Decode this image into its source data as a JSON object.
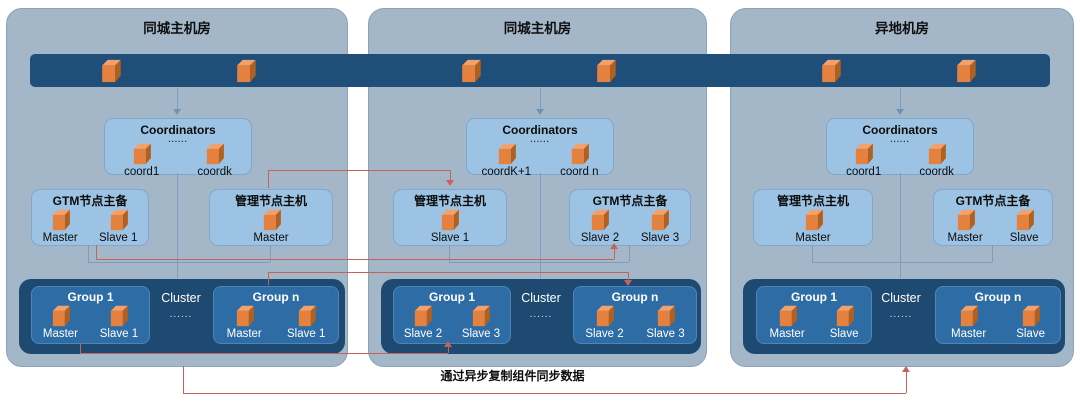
{
  "panels": [
    {
      "title": "同城主机房",
      "coordinators": {
        "title": "Coordinators",
        "dots": "......",
        "nodes": [
          "coord1",
          "coordk"
        ]
      },
      "left_box": {
        "title": "GTM节点主备",
        "nodes": [
          "Master",
          "Slave 1"
        ]
      },
      "right_box": {
        "title": "管理节点主机",
        "nodes": [
          "Master"
        ]
      },
      "cluster": {
        "label": "Cluster",
        "dots": "......",
        "groups": [
          {
            "title": "Group 1",
            "nodes": [
              "Master",
              "Slave 1"
            ]
          },
          {
            "title": "Group n",
            "nodes": [
              "Master",
              "Slave 1"
            ]
          }
        ]
      }
    },
    {
      "title": "同城主机房",
      "coordinators": {
        "title": "Coordinators",
        "dots": "......",
        "nodes": [
          "coordK+1",
          "coord n"
        ]
      },
      "left_box": {
        "title": "管理节点主机",
        "nodes": [
          "Slave 1"
        ]
      },
      "right_box": {
        "title": "GTM节点主备",
        "nodes": [
          "Slave 2",
          "Slave 3"
        ]
      },
      "cluster": {
        "label": "Cluster",
        "dots": "......",
        "groups": [
          {
            "title": "Group 1",
            "nodes": [
              "Slave 2",
              "Slave 3"
            ]
          },
          {
            "title": "Group n",
            "nodes": [
              "Slave 2",
              "Slave 3"
            ]
          }
        ]
      }
    },
    {
      "title": "异地机房",
      "coordinators": {
        "title": "Coordinators",
        "dots": "......",
        "nodes": [
          "coord1",
          "coordk"
        ]
      },
      "left_box": {
        "title": "管理节点主机",
        "nodes": [
          "Master"
        ]
      },
      "right_box": {
        "title": "GTM节点主备",
        "nodes": [
          "Master",
          "Slave"
        ]
      },
      "cluster": {
        "label": "Cluster",
        "dots": "......",
        "groups": [
          {
            "title": "Group 1",
            "nodes": [
              "Master",
              "Slave"
            ]
          },
          {
            "title": "Group n",
            "nodes": [
              "Master",
              "Slave"
            ]
          }
        ]
      }
    }
  ],
  "bottom_label": "通过异步复制组件同步数据",
  "colors": {
    "bar_navy": "#1F4E79",
    "panel_bg": "#A4B7C9",
    "light_box_blue": "#9CC3E3",
    "cluster_navy": "#1E4A72",
    "group_blue": "#2E6CA6",
    "cube_orange": "#E5813E",
    "connector_red": "#C4635D",
    "connector_blue": "#7D9CBE"
  }
}
